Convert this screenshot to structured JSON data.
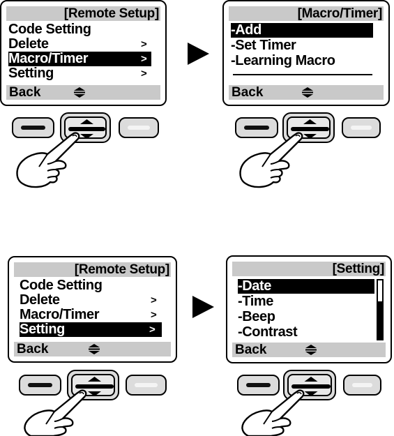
{
  "panels": [
    {
      "header": "[Remote Setup]",
      "items": [
        {
          "label": "Code Setting",
          "arrow": ""
        },
        {
          "label": "Delete",
          "arrow": ">"
        },
        {
          "label": "Macro/Timer",
          "arrow": ">"
        },
        {
          "label": "Setting",
          "arrow": ">"
        }
      ],
      "selected_index": 2,
      "footer": "Back"
    },
    {
      "header": "[Macro/Timer]",
      "items": [
        {
          "label": "-Add",
          "arrow": ""
        },
        {
          "label": "-Set Timer",
          "arrow": ""
        },
        {
          "label": "-Learning Macro",
          "arrow": ""
        }
      ],
      "selected_index": 0,
      "footer": "Back"
    },
    {
      "header": "[Remote Setup]",
      "items": [
        {
          "label": "Code Setting",
          "arrow": ""
        },
        {
          "label": "Delete",
          "arrow": ">"
        },
        {
          "label": "Macro/Timer",
          "arrow": ">"
        },
        {
          "label": "Setting",
          "arrow": ">"
        }
      ],
      "selected_index": 3,
      "footer": "Back"
    },
    {
      "header": "[Setting]",
      "items": [
        {
          "label": "-Date",
          "arrow": ""
        },
        {
          "label": "-Time",
          "arrow": ""
        },
        {
          "label": "-Beep",
          "arrow": ""
        },
        {
          "label": "-Contrast",
          "arrow": ""
        }
      ],
      "selected_index": 0,
      "footer": "Back"
    }
  ],
  "icons": {
    "flow_arrow": "right-triangle-arrow-icon",
    "scroll": "up-down-arrow-icon",
    "hand": "pointing-hand-icon"
  },
  "colors": {
    "bar": "#c9c9c9",
    "highlight": "#000000",
    "button": "#dcdcdc"
  }
}
